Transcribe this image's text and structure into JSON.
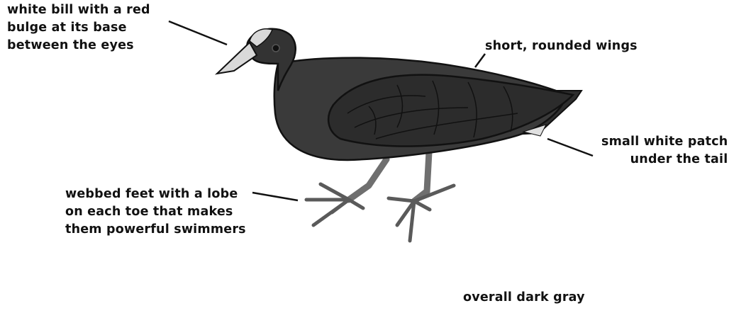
{
  "labels": {
    "bill": {
      "line1": "white bill with a red",
      "line2": "bulge at its base",
      "line3": "between the eyes"
    },
    "wings": {
      "line1": "short, rounded wings"
    },
    "tail": {
      "line1": "small white patch",
      "line2": "under the tail"
    },
    "feet": {
      "line1": "webbed feet with a lobe",
      "line2": "on each toe that makes",
      "line3": "them powerful swimmers"
    },
    "overall": {
      "line1": "overall dark gray"
    }
  },
  "colors": {
    "body": "#3a3a3a",
    "body_dark": "#1e1e1e",
    "bill": "#d9d9d9",
    "legs": "#8a8a8a",
    "text": "#111111"
  }
}
